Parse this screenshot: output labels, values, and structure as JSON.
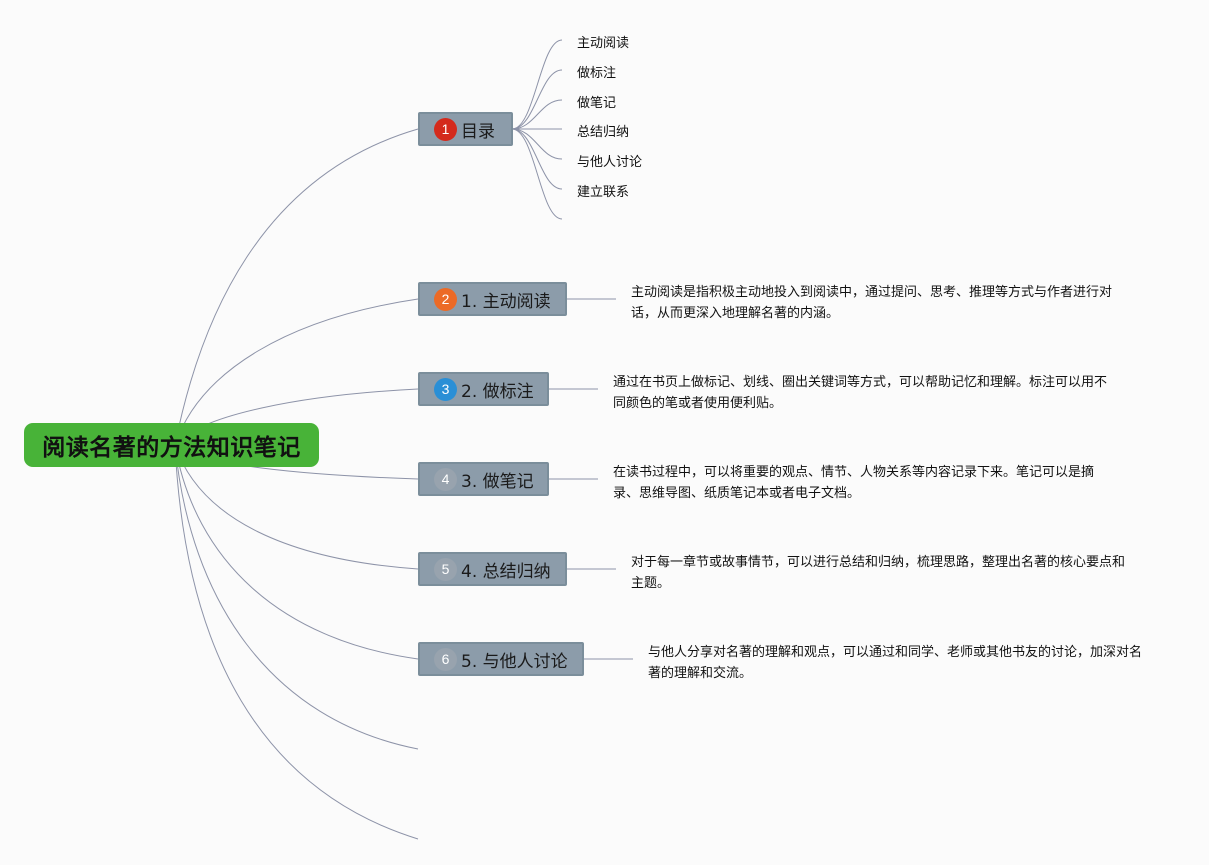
{
  "root": {
    "title": "阅读名著的方法知识笔记"
  },
  "branches": [
    {
      "badge": "1",
      "badge_color": "#d42a1c",
      "label": "目录"
    },
    {
      "badge": "2",
      "badge_color": "#ec6a26",
      "label": "1. 主动阅读"
    },
    {
      "badge": "3",
      "badge_color": "#2a8fd6",
      "label": "2. 做标注"
    },
    {
      "badge": "4",
      "badge_color": "#98a3ae",
      "label": "3. 做笔记"
    },
    {
      "badge": "5",
      "badge_color": "#98a3ae",
      "label": "4. 总结归纳"
    },
    {
      "badge": "6",
      "badge_color": "#98a3ae",
      "label": "5. 与他人讨论"
    }
  ],
  "toc": [
    "主动阅读",
    "做标注",
    "做笔记",
    "总结归纳",
    "与他人讨论",
    "建立联系"
  ],
  "descriptions": [
    "主动阅读是指积极主动地投入到阅读中，通过提问、思考、推理等方式与作者进行对话，从而更深入地理解名著的内涵。",
    "通过在书页上做标记、划线、圈出关键词等方式，可以帮助记忆和理解。标注可以用不同颜色的笔或者使用便利贴。",
    "在读书过程中，可以将重要的观点、情节、人物关系等内容记录下来。笔记可以是摘录、思维导图、纸质笔记本或者电子文档。",
    "对于每一章节或故事情节，可以进行总结和归纳，梳理思路，整理出名著的核心要点和主题。",
    "与他人分享对名著的理解和观点，可以通过和同学、老师或其他书友的讨论，加深对名著的理解和交流。"
  ],
  "colors": {
    "root_fill": "#48b338",
    "branch_fill": "#8c9caa",
    "connector": "#8d93a8"
  }
}
